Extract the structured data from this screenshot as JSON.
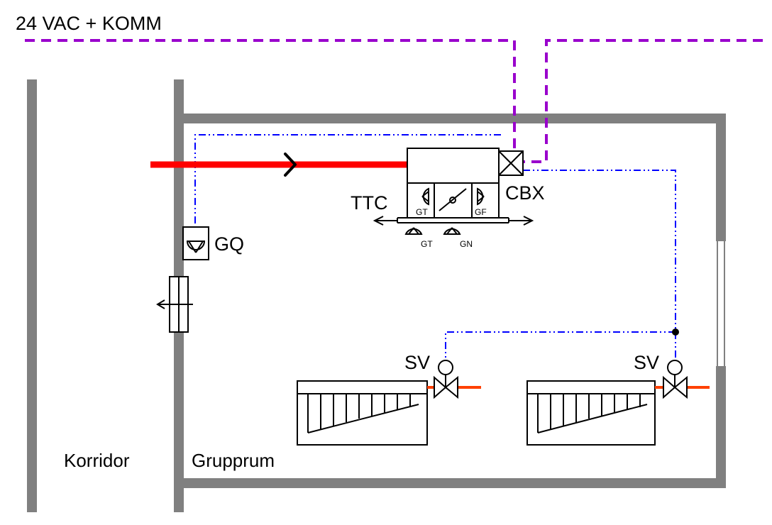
{
  "labels": {
    "power_comm": "24 VAC + KOMM",
    "ttc": "TTC",
    "cbx": "CBX",
    "gq": "GQ",
    "sv_left": "SV",
    "sv_right": "SV",
    "korridor": "Korridor",
    "grupprum": "Grupprum",
    "gt_inner": "GT",
    "gf_inner": "GF",
    "gt_below": "GT",
    "gn_below": "GN"
  },
  "colors": {
    "wall": "#808080",
    "supply_air": "#ff0000",
    "power_comm_line": "#9900cc",
    "control_line": "#0000ff",
    "heating_pipe": "#ff4000",
    "symbols": "#000000"
  }
}
